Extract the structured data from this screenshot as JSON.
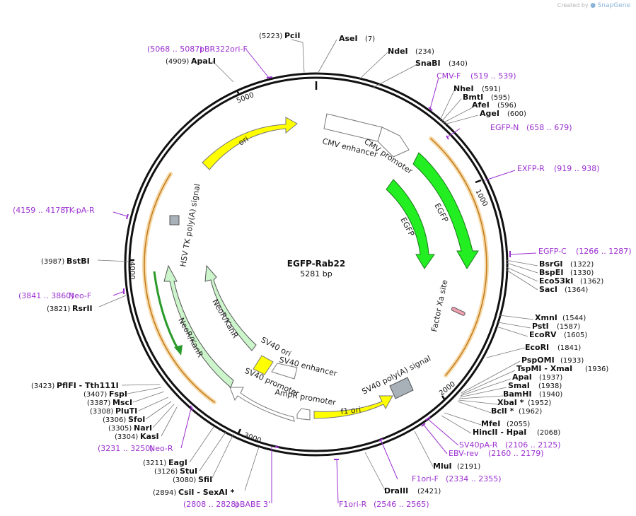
{
  "watermark": {
    "prefix": "Created by",
    "brand": "SnapGene"
  },
  "center": {
    "name": "EGFP-Rab22",
    "length": "5281 bp"
  },
  "ticks": [
    "1000",
    "2000",
    "3000",
    "4000",
    "5000"
  ],
  "features": {
    "cmv_enhancer": "CMV enhancer",
    "cmv_promoter": "CMV promoter",
    "egfp_outer": "EGFP",
    "egfp_inner": "EGFP",
    "factor_xa": "Factor Xa site",
    "sv40_polya": "SV40 poly(A) signal",
    "f1_ori": "f1 ori",
    "ampr_promoter": "AmpR promoter",
    "sv40_promoter": "SV40 promoter",
    "sv40_ori": "SV40 ori",
    "sv40_enhancer": "SV40 enhancer",
    "neo_inner": "NeoR/KanR",
    "neo_outer": "NeoR/KanR",
    "hsv_tk": "HSV TK poly(A) signal",
    "ori": "ori"
  },
  "sites_right": [
    {
      "name": "PciI",
      "pos": "(5223)"
    },
    {
      "name": "AseI",
      "pos": "(7)"
    },
    {
      "name": "NdeI",
      "pos": "(234)"
    },
    {
      "name": "SnaBI",
      "pos": "(340)"
    },
    {
      "name": "NheI",
      "pos": "(591)"
    },
    {
      "name": "BmtI",
      "pos": "(595)"
    },
    {
      "name": "AfeI",
      "pos": "(596)"
    },
    {
      "name": "AgeI",
      "pos": "(600)"
    },
    {
      "name": "BsrGI",
      "pos": "(1322)"
    },
    {
      "name": "BspEI",
      "pos": "(1330)"
    },
    {
      "name": "Eco53kI",
      "pos": "(1362)"
    },
    {
      "name": "SacI",
      "pos": "(1364)"
    },
    {
      "name": "XmnI",
      "pos": "(1544)"
    },
    {
      "name": "PstI",
      "pos": "(1587)"
    },
    {
      "name": "EcoRV",
      "pos": "(1605)"
    },
    {
      "name": "EcoRI",
      "pos": "(1841)"
    },
    {
      "name": "PspOMI",
      "pos": "(1933)"
    },
    {
      "name": "TspMI  - XmaI",
      "pos": "(1936)"
    },
    {
      "name": "ApaI",
      "pos": "(1937)"
    },
    {
      "name": "SmaI",
      "pos": "(1938)"
    },
    {
      "name": "BamHI",
      "pos": "(1940)"
    },
    {
      "name": "XbaI *",
      "pos": "(1952)"
    },
    {
      "name": "BclI *",
      "pos": "(1962)"
    },
    {
      "name": "MfeI",
      "pos": "(2055)"
    },
    {
      "name": "HincII  - HpaI",
      "pos": "(2068)"
    },
    {
      "name": "MluI",
      "pos": "(2191)"
    },
    {
      "name": "DraIII",
      "pos": "(2421)"
    }
  ],
  "sites_left": [
    {
      "name": "ApaLI",
      "pos": "(4909)"
    },
    {
      "name": "BstBI",
      "pos": "(3987)"
    },
    {
      "name": "RsrII",
      "pos": "(3821)"
    },
    {
      "name": "PflFI  - Tth111I",
      "pos": "(3423)"
    },
    {
      "name": "FspI",
      "pos": "(3407)"
    },
    {
      "name": "MscI",
      "pos": "(3387)"
    },
    {
      "name": "PluTI",
      "pos": "(3308)"
    },
    {
      "name": "SfoI",
      "pos": "(3306)"
    },
    {
      "name": "NarI",
      "pos": "(3305)"
    },
    {
      "name": "KasI",
      "pos": "(3304)"
    },
    {
      "name": "EagI",
      "pos": "(3211)"
    },
    {
      "name": "StuI",
      "pos": "(3126)"
    },
    {
      "name": "SfiI",
      "pos": "(3080)"
    },
    {
      "name": "CsiI  - SexAI *",
      "pos": "(2894)"
    }
  ],
  "primers": [
    {
      "name": "pBR322ori-F",
      "range": "(5068 .. 5087)"
    },
    {
      "name": "CMV-F",
      "range": "(519 .. 539)"
    },
    {
      "name": "EGFP-N",
      "range": "(658 .. 679)"
    },
    {
      "name": "EXFP-R",
      "range": "(919 .. 938)"
    },
    {
      "name": "EGFP-C",
      "range": "(1266 .. 1287)"
    },
    {
      "name": "SV40pA-R",
      "range": "(2106 .. 2125)"
    },
    {
      "name": "EBV-rev",
      "range": "(2160 .. 2179)"
    },
    {
      "name": "F1ori-F",
      "range": "(2334 .. 2355)"
    },
    {
      "name": "F1ori-R",
      "range": "(2546 .. 2565)"
    },
    {
      "name": "pBABE 3'",
      "range": "(2808 .. 2828)"
    },
    {
      "name": "Neo-R",
      "range": "(3231 .. 3250)"
    },
    {
      "name": "Neo-F",
      "range": "(3841 .. 3860)"
    },
    {
      "name": "TK-pA-R",
      "range": "(4159 .. 4178)"
    }
  ],
  "colors": {
    "primer": "#9b30d0",
    "egfp": "#22ee22",
    "ori": "#ffff00",
    "neo": "#ccf5cc",
    "orf": "#e9a63e",
    "ring": "#111111"
  }
}
